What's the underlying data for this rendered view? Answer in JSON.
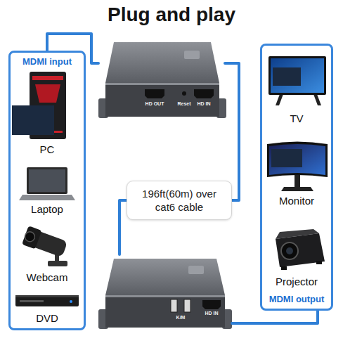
{
  "diagram": {
    "title": "Plug and play",
    "nodes": [
      {
        "text": [
          "MDMI input"
        ]
      },
      {
        "text": [
          "PC"
        ],
        "in": 0
      },
      {
        "text": [
          "Laptop"
        ],
        "in": 0
      },
      {
        "text": [
          "Webcam"
        ],
        "in": 0
      },
      {
        "text": [
          "DVD"
        ],
        "in": 0
      },
      {
        "text": [
          "HD OUT",
          "Reset",
          "HD IN"
        ]
      },
      {
        "text": [
          "K/M",
          "HD IN"
        ]
      },
      {
        "text": [
          "MDMI output"
        ]
      },
      {
        "text": [
          "TV"
        ],
        "in": 7
      },
      {
        "text": [
          "Monitor"
        ],
        "in": 7
      },
      {
        "text": [
          "Projector"
        ],
        "in": 7
      }
    ],
    "edges": [
      {
        "from": 0,
        "to": 5,
        "arrow": "none"
      },
      {
        "from": 5,
        "to": 6,
        "label": "196ft(60m) over cat6 cable",
        "arrow": "none"
      },
      {
        "from": 6,
        "to": 7,
        "arrow": "none"
      }
    ]
  }
}
